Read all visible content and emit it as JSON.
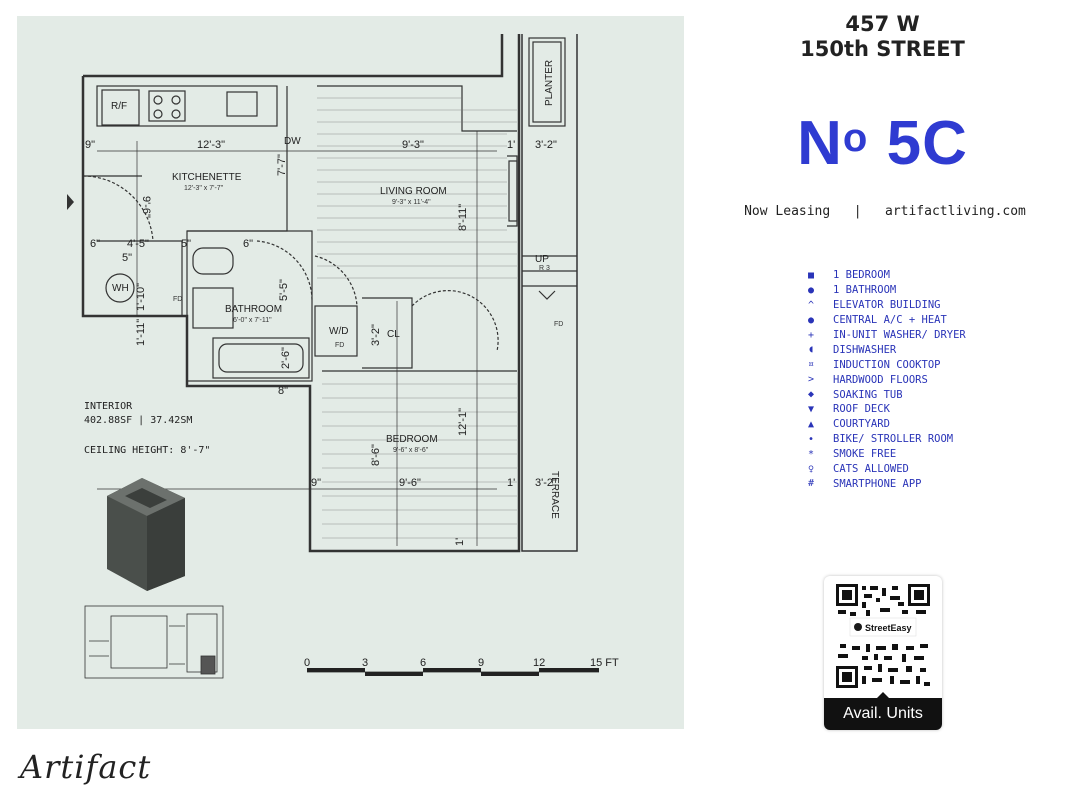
{
  "address": {
    "line1": "457 W",
    "line2": "150th STREET"
  },
  "unit": {
    "prefix": "N",
    "sup": "o",
    "number": "5C"
  },
  "leasing": {
    "status": "Now Leasing",
    "separator": "|",
    "website": "artifactliving.com"
  },
  "features": [
    {
      "icon": "bedroom-icon",
      "glyph": "■",
      "label": "1 BEDROOM"
    },
    {
      "icon": "bathroom-icon",
      "glyph": "●",
      "label": "1 BATHROOM"
    },
    {
      "icon": "elevator-icon",
      "glyph": "^",
      "label": "ELEVATOR BUILDING"
    },
    {
      "icon": "central-air-icon",
      "glyph": "●",
      "label": "CENTRAL A/C + HEAT"
    },
    {
      "icon": "washer-dryer-icon",
      "glyph": "+",
      "label": "IN-UNIT WASHER/ DRYER"
    },
    {
      "icon": "dishwasher-icon",
      "glyph": "◖",
      "label": "DISHWASHER"
    },
    {
      "icon": "cooktop-icon",
      "glyph": "¤",
      "label": "INDUCTION COOKTOP"
    },
    {
      "icon": "floors-icon",
      "glyph": ">",
      "label": "HARDWOOD FLOORS"
    },
    {
      "icon": "tub-icon",
      "glyph": "◆",
      "label": "SOAKING TUB"
    },
    {
      "icon": "roof-deck-icon",
      "glyph": "▼",
      "label": "ROOF DECK"
    },
    {
      "icon": "courtyard-icon",
      "glyph": "▲",
      "label": "COURTYARD"
    },
    {
      "icon": "bike-room-icon",
      "glyph": "•",
      "label": "BIKE/ STROLLER ROOM"
    },
    {
      "icon": "smoke-free-icon",
      "glyph": "*",
      "label": "SMOKE FREE"
    },
    {
      "icon": "cats-icon",
      "glyph": "♀",
      "label": "CATS ALLOWED"
    },
    {
      "icon": "smartphone-icon",
      "glyph": "#",
      "label": "SMARTPHONE APP"
    }
  ],
  "qr": {
    "badge": "StreetEasy",
    "button": "Avail. Units"
  },
  "brand": "Artifact",
  "floorplan": {
    "rooms": {
      "kitchenette": {
        "name": "KITCHENETTE",
        "size": "12'-3\" x 7'-7\""
      },
      "living": {
        "name": "LIVING ROOM",
        "size": "9'-3\" x 11'-4\""
      },
      "bathroom": {
        "name": "BATHROOM",
        "size": "6'-0\" x 7'-11\""
      },
      "bedroom": {
        "name": "BEDROOM",
        "size": "9'-6\" x 8'-6\""
      }
    },
    "labels": {
      "rf": "R/F",
      "dw": "DW",
      "wh": "WH",
      "wd": "W/D",
      "cl": "CL",
      "fd": "FD",
      "up": "UP",
      "r3": "R 3",
      "planter": "PLANTER",
      "terrace": "TERRACE"
    },
    "dims": {
      "kitchen_w": "12'-3\"",
      "living_w": "9'-3\"",
      "planter_w": "3'-2\"",
      "one_ft": "1'",
      "nine_in": "9\"",
      "six_in": "6\"",
      "five_in": "5\"",
      "seven_seven": "7'-7\"",
      "nine_six_v": "9'-6\"",
      "four_five": "4'-5\"",
      "eight_eleven": "8'-11\"",
      "five_five": "5'-5\"",
      "one_ten": "1'-10\"",
      "one_eleven": "1'-11\"",
      "two_six": "2'-6\"",
      "eight_in": "8\"",
      "three_two_v": "3'-2\"",
      "twelve_one": "12'-1\"",
      "eight_six": "8'-6\"",
      "bed_w": "9'-6\"",
      "terrace_w": "3'-2\""
    },
    "interior_label": "INTERIOR",
    "interior_area": "402.88SF | 37.42SM",
    "ceiling": "CEILING HEIGHT: 8'-7\"",
    "scale_ticks": [
      "0",
      "3",
      "6",
      "9",
      "12"
    ],
    "scale_end": "15 FT"
  }
}
